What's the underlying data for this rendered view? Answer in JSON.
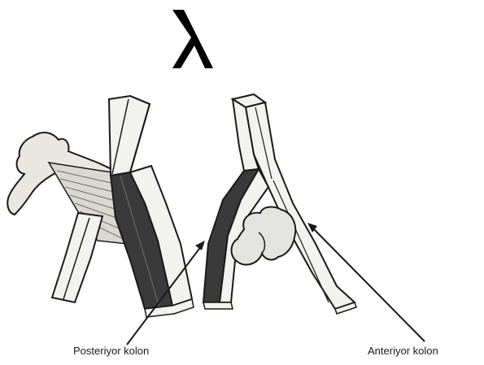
{
  "labels": {
    "posterior_column": "Posteriyor kolon",
    "anterior_column": "Anteriyor kolon"
  },
  "title_glyph": "lambda",
  "colors": {
    "outline": "#1a1a1a",
    "column_light": "#f2f2ef",
    "column_dark": "#3a3a3a",
    "bone_fill": "#e8e7e2",
    "acetabulum_fill": "#e3e3df"
  }
}
